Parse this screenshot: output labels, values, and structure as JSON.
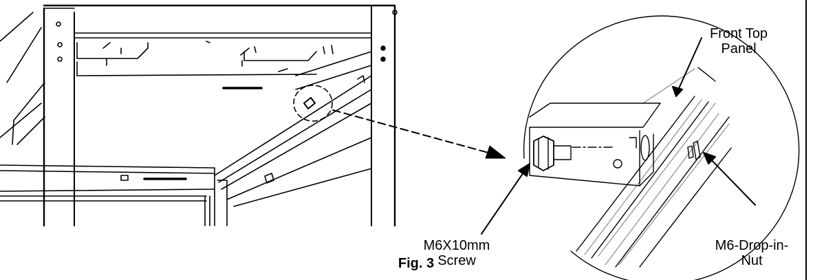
{
  "figure": {
    "caption": "Fig. 3"
  },
  "callouts": {
    "front_top_panel": {
      "line1": "Front Top",
      "line2": "Panel"
    },
    "screw": {
      "line1": "M6X10mm",
      "line2": "Screw"
    },
    "nut": {
      "line1": "M6-Drop-in-",
      "line2": "Nut"
    }
  },
  "colors": {
    "ink": "#000000",
    "background": "#ffffff"
  }
}
